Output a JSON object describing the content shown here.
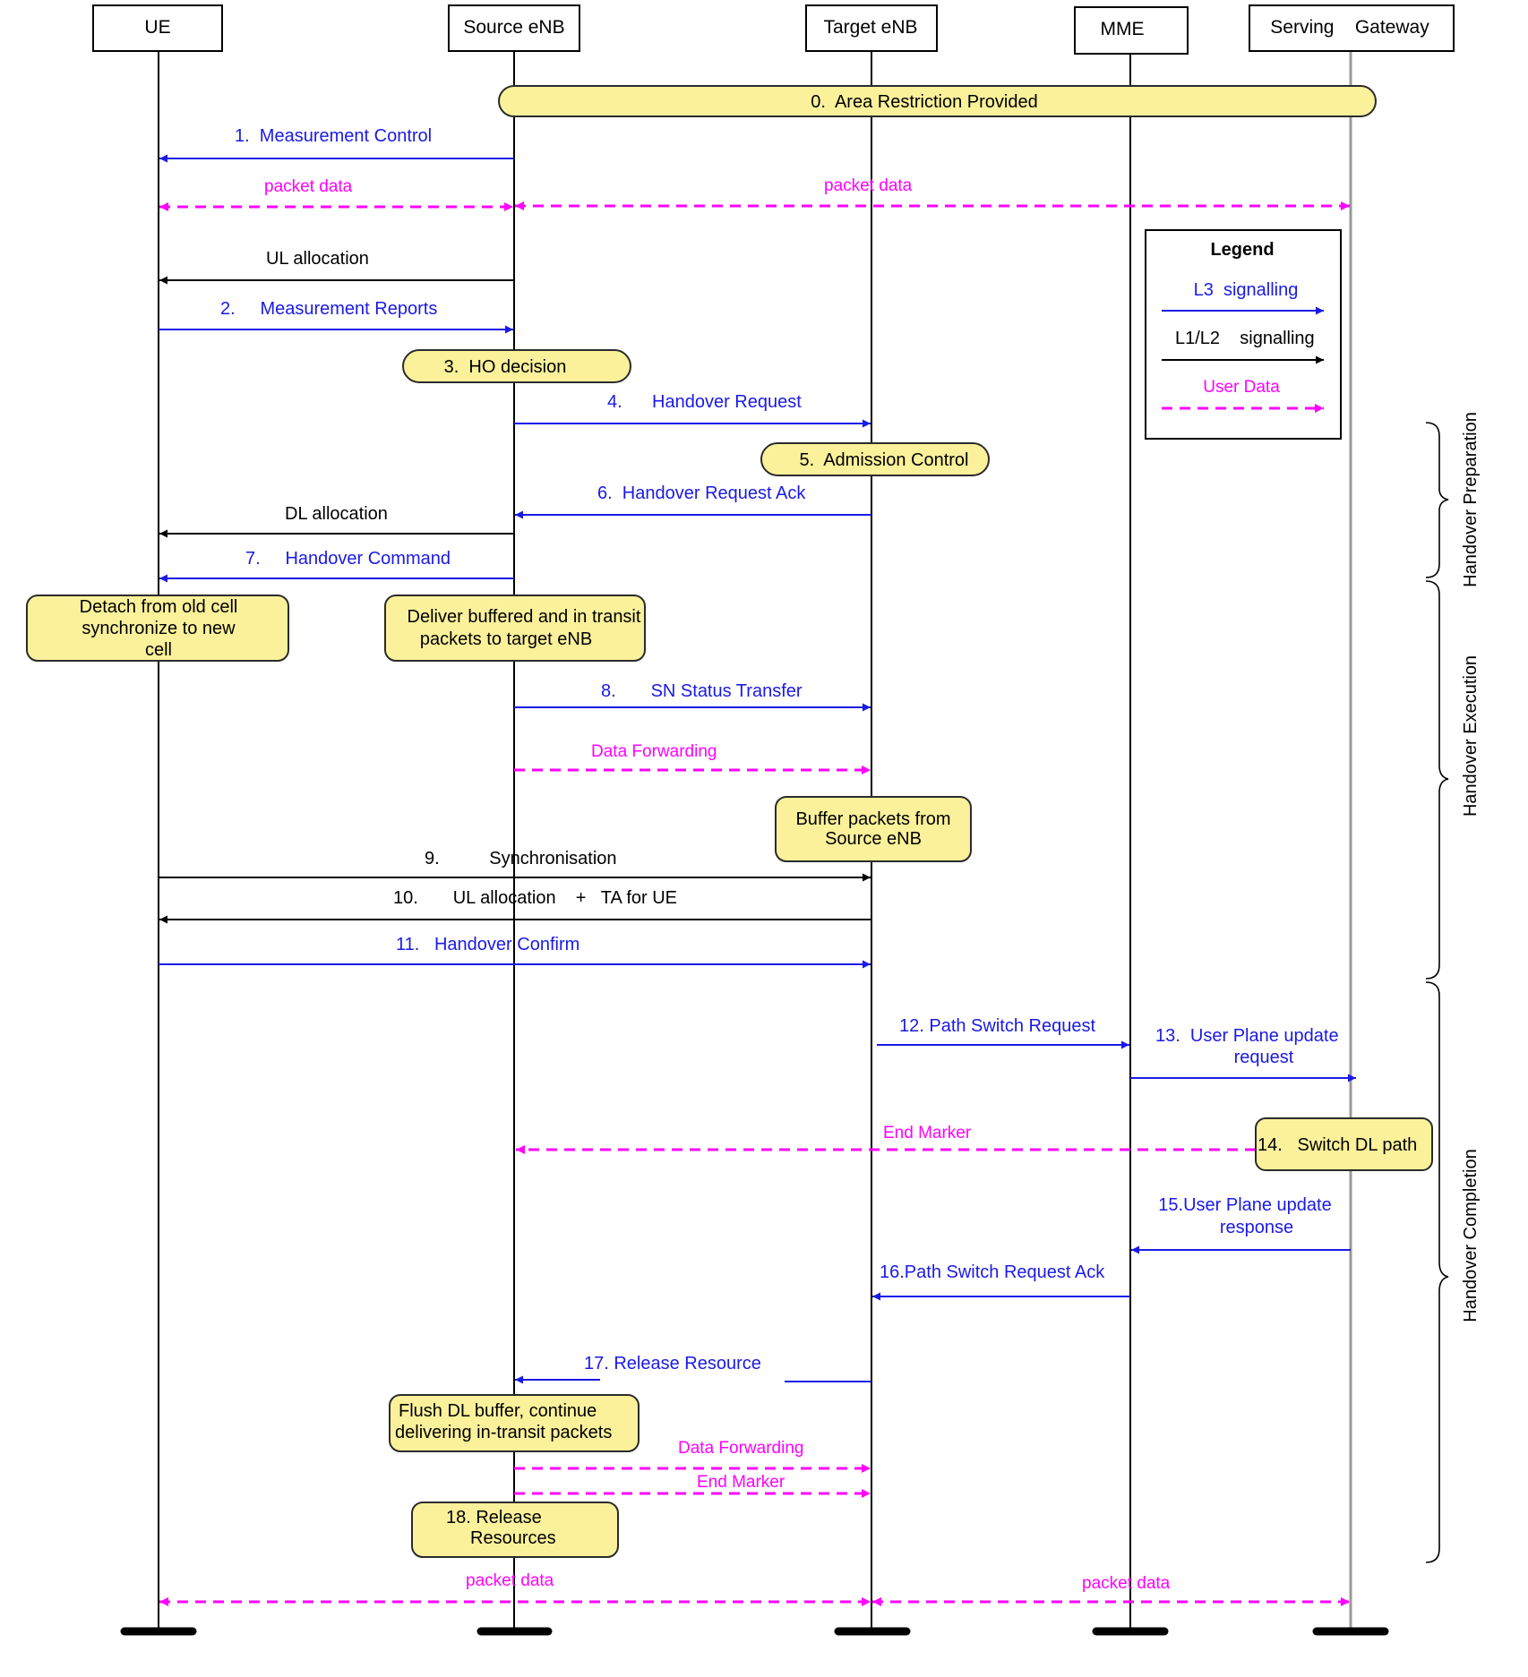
{
  "entities": {
    "ue": "UE",
    "source_enb": "Source eNB",
    "target_enb": "Target eNB",
    "mme": "MME",
    "serving_gateway": "Serving    Gateway"
  },
  "colors": {
    "l3_signalling": "#1a1ae6",
    "l1l2_signalling": "#000000",
    "user_data": "#ff00ff",
    "note_fill": "#fbf19a"
  },
  "notes": {
    "area_restriction": "0.  Area Restriction Provided",
    "ho_decision": "3.  HO decision",
    "admission_control": "5.  Admission Control",
    "detach": [
      "Detach from old cell",
      "synchronize to new",
      "cell"
    ],
    "deliver_buffered": [
      "Deliver buffered and in transit",
      "packets to target eNB"
    ],
    "buffer_packets": [
      "Buffer packets from",
      "Source eNB"
    ],
    "switch_dl_path": "14.   Switch DL path",
    "flush_dl": [
      "Flush DL buffer, continue",
      "delivering in-transit packets"
    ],
    "release_resources": [
      "18. Release",
      "Resources"
    ]
  },
  "messages": {
    "m1": "1.  Measurement Control",
    "pd_ue_src": "packet data",
    "pd_src_gw": "packet data",
    "ul_alloc": "UL allocation",
    "m2": "2.     Measurement Reports",
    "m4": "4.      Handover Request",
    "m6": "6.  Handover Request Ack",
    "dl_alloc": "DL allocation",
    "m7": "7.     Handover Command",
    "m8": "8.       SN Status Transfer",
    "data_fwd_1": "Data Forwarding",
    "m9": "9.          Synchronisation",
    "m10": "10.       UL allocation    +   TA for UE",
    "m11": "11.   Handover Confirm",
    "m12": "12. Path Switch Request",
    "m13": [
      "13.  User Plane update",
      "request"
    ],
    "end_marker_1": "End Marker",
    "m15": [
      "15.User Plane update",
      "response"
    ],
    "m16": "16.Path Switch Request Ack",
    "m17": "17. Release Resource",
    "data_fwd_2": "Data Forwarding",
    "end_marker_2": "End Marker",
    "pd_ue_tgt": "packet data",
    "pd_tgt_gw": "packet data"
  },
  "legend": {
    "title": "Legend",
    "l3": "L3  signalling",
    "l1l2": "L1/L2    signalling",
    "user_data": "User Data"
  },
  "phases": {
    "preparation": "Handover Preparation",
    "execution": "Handover Execution",
    "completion": "Handover Completion"
  }
}
